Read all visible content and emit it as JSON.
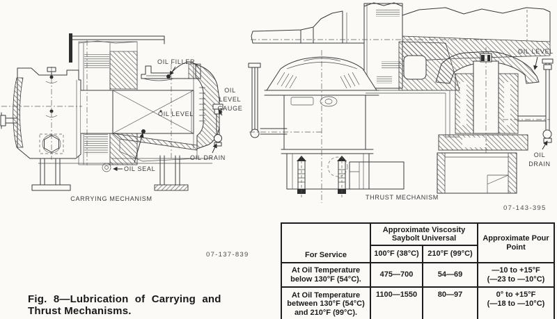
{
  "colors": {
    "background": "#fbfaf6",
    "ink": "#2e2e2e"
  },
  "figure": {
    "caption_line1": "Fig. 8—Lubrication of Carrying and",
    "caption_line2": "Thrust Mechanisms.",
    "photo_left": "07-137-839",
    "photo_right": "07-143-395"
  },
  "carrying": {
    "caption": "CARRYING MECHANISM",
    "oil_filler": "OIL FILLER",
    "oil_level": "OIL LEVEL",
    "gauge_l1": "OIL",
    "gauge_l2": "LEVEL",
    "gauge_l3": "GAUGE",
    "oil_seal": "OIL SEAL",
    "oil_drain": "OIL DRAIN"
  },
  "thrust": {
    "caption": "THRUST MECHANISM",
    "oil_level": "OIL LEVEL",
    "drain_l1": "OIL",
    "drain_l2": "DRAIN"
  },
  "table": {
    "for_service": "For Service",
    "viscosity_l1": "Approximate Viscosity",
    "viscosity_l2": "Saybolt Universal",
    "temp_100": "100°F (38°C)",
    "temp_210": "210°F (99°C)",
    "pour_l1": "Approximate Pour",
    "pour_l2": "Point",
    "rows": [
      {
        "service_l1": "At Oil Temperature",
        "service_l2": "below 130°F (54°C).",
        "service_l3": "",
        "visc_100": "475—700",
        "visc_210": "54—69",
        "pour_l1": "—10 to +15°F",
        "pour_l2": "(—23 to —10°C)"
      },
      {
        "service_l1": "At Oil Temperature",
        "service_l2": "between 130°F (54°C)",
        "service_l3": "and 210°F (99°C).",
        "visc_100": "1100—1550",
        "visc_210": "80—97",
        "pour_l1": "0° to +15°F",
        "pour_l2": "(—18 to —10°C)"
      }
    ]
  }
}
